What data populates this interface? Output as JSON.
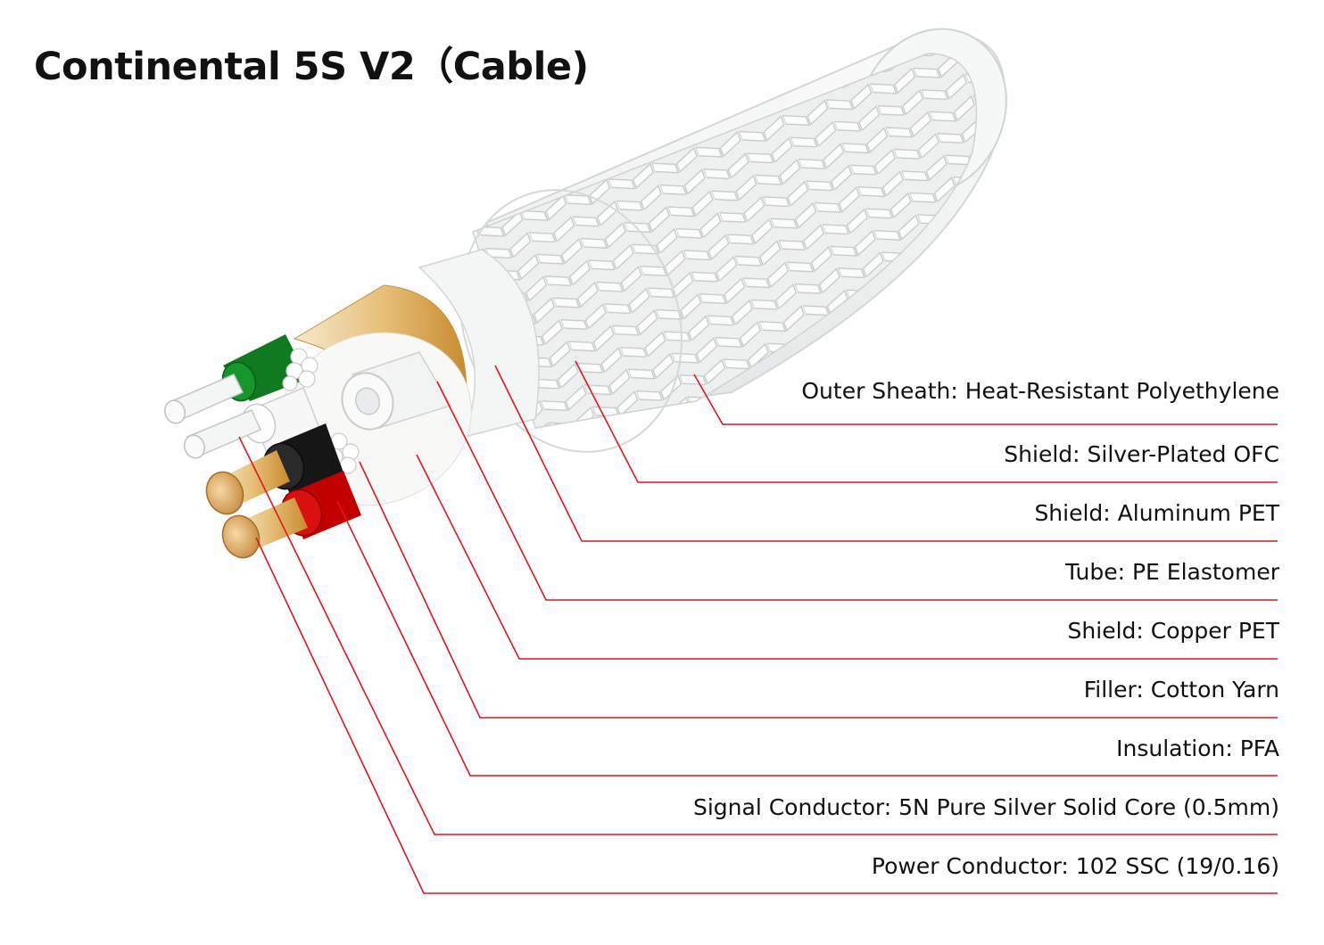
{
  "title": "Continental 5S V2（Cable)",
  "colors": {
    "leader": "#e3161d",
    "braid": "#eef0f0",
    "copper_pet": "#e0ad55",
    "insulation_green": "#0f7a1f",
    "insulation_black": "#161616",
    "insulation_red": "#c20000",
    "conductor": "#d9a055"
  },
  "layers": [
    {
      "id": "outer-sheath",
      "text": "Outer Sheath: Heat-Resistant Polyethylene"
    },
    {
      "id": "shield-silver",
      "text": "Shield: Silver-Plated OFC"
    },
    {
      "id": "shield-aluminum",
      "text": "Shield: Aluminum PET"
    },
    {
      "id": "tube",
      "text": "Tube: PE Elastomer"
    },
    {
      "id": "shield-copper",
      "text": "Shield: Copper PET"
    },
    {
      "id": "filler",
      "text": "Filler: Cotton Yarn"
    },
    {
      "id": "insulation",
      "text": "Insulation: PFA"
    },
    {
      "id": "signal-conductor",
      "text": "Signal Conductor: 5N Pure Silver Solid Core (0.5mm)"
    },
    {
      "id": "power-conductor",
      "text": "Power Conductor: 102 SSC (19/0.16)"
    }
  ]
}
